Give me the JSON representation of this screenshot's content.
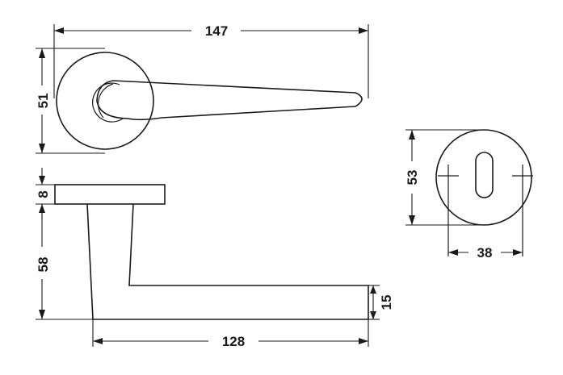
{
  "drawing": {
    "line_color": "#1a1a1a",
    "background": "#ffffff"
  },
  "dimensions": {
    "overall_length": "147",
    "rose_diameter": "51",
    "rose_thickness": "8",
    "handle_height": "58",
    "lever_thickness": "15",
    "lever_projection": "128",
    "escutcheon_diameter": "53",
    "escutcheon_fixing_spacing": "38"
  }
}
